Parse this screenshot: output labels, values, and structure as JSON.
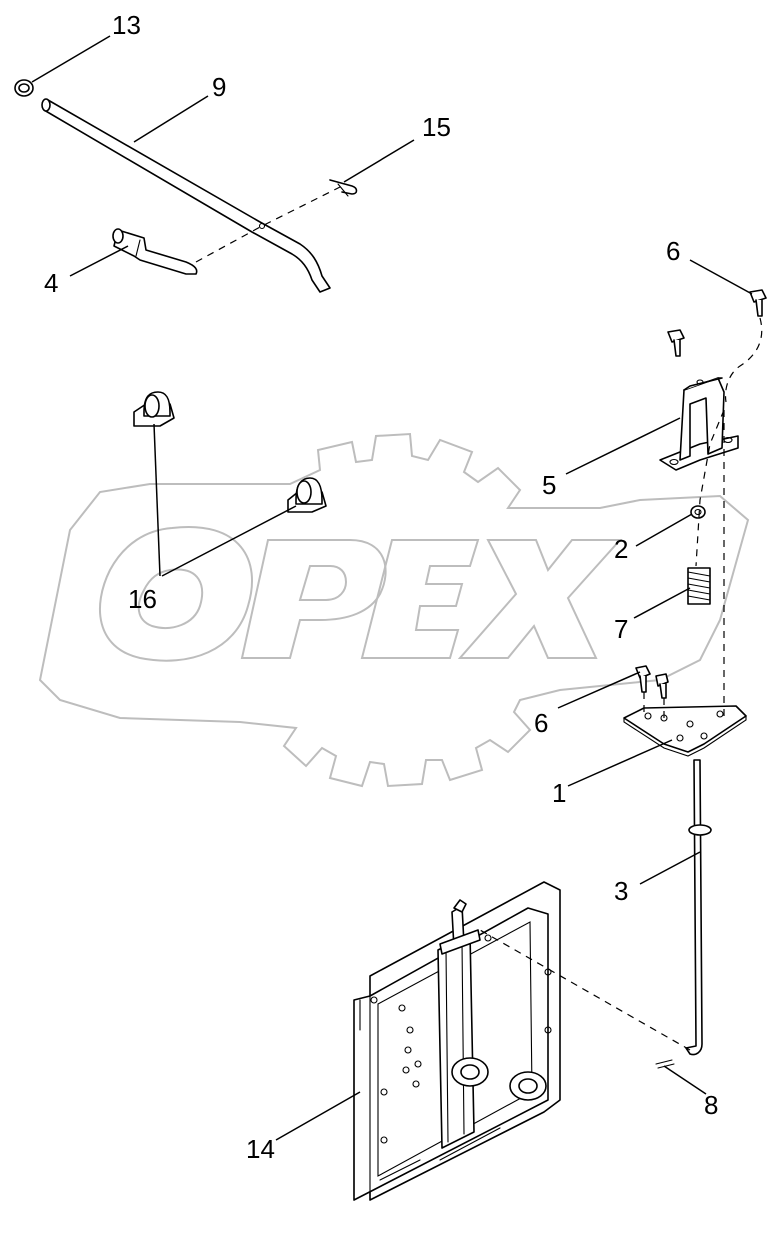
{
  "watermark": {
    "text": "OPEX",
    "color": "#bdbdbd"
  },
  "callouts": {
    "c13": "13",
    "c9": "9",
    "c15": "15",
    "c4": "4",
    "c6_top": "6",
    "c5": "5",
    "c2": "2",
    "c16": "16",
    "c7": "7",
    "c6_mid": "6",
    "c1": "1",
    "c3": "3",
    "c8": "8",
    "c14": "14"
  },
  "parts": {
    "p1": "mounting-plate",
    "p2": "nut",
    "p3": "control-rod",
    "p4": "handle-grip",
    "p5": "bracket",
    "p6": "bolt",
    "p7": "spring",
    "p8": "cotter-pin",
    "p9": "lever",
    "p13": "washer",
    "p14": "valve-cover",
    "p15": "clip-pin",
    "p16": "bushing"
  }
}
